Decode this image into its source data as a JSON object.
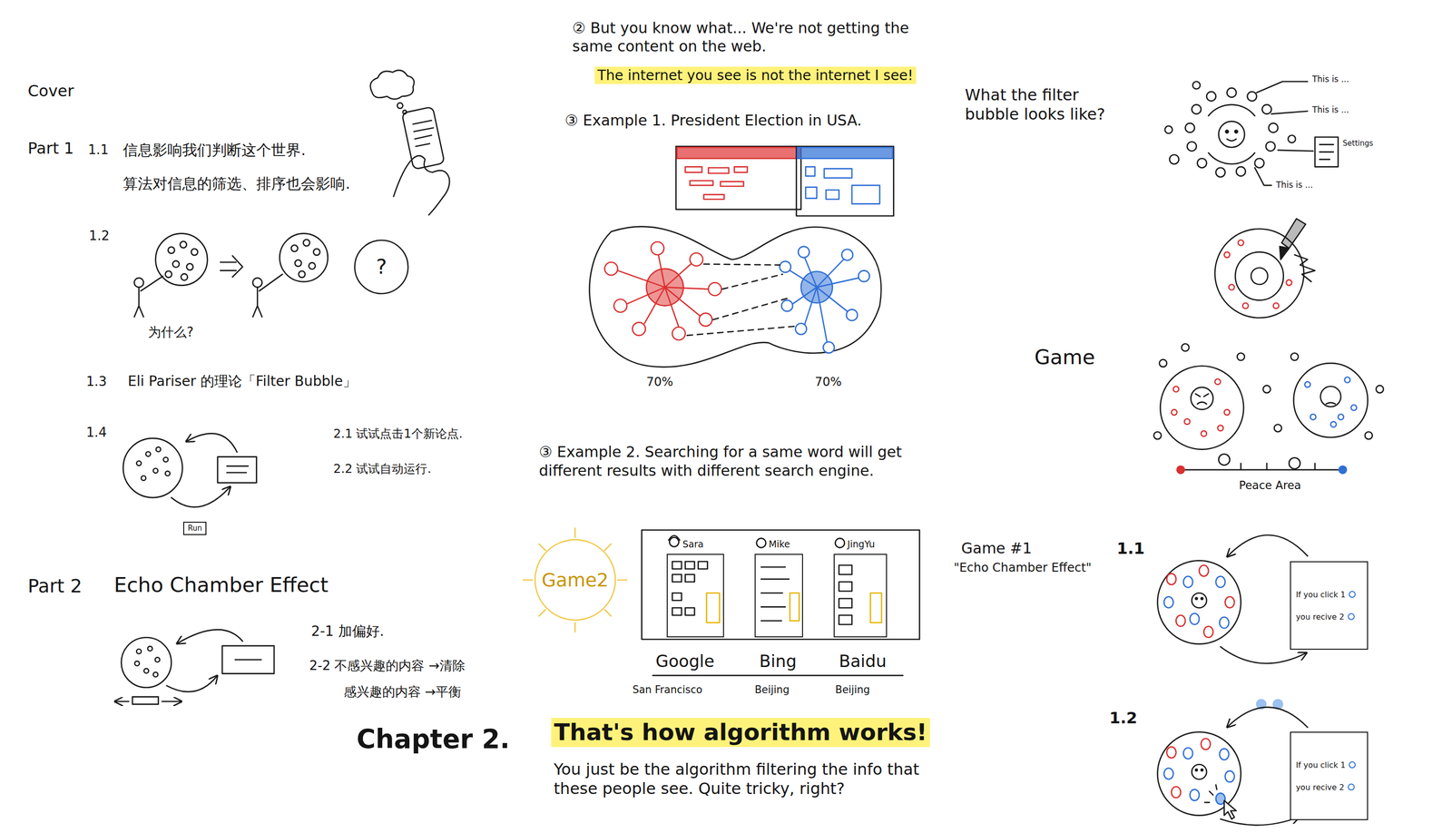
{
  "diagram": {
    "nodes": [
      {
        "text": [
          "?"
        ]
      },
      {
        "text": [
          "Run"
        ]
      },
      {
        "text": [
          "Game2"
        ]
      },
      {
        "text": [
          "Sara"
        ]
      },
      {
        "text": [
          "Mike"
        ]
      },
      {
        "text": [
          "JingYu"
        ]
      },
      {
        "text": [
          "If you click 1",
          "you recive 2"
        ]
      },
      {
        "text": [
          "If you click 1",
          "you recive 2"
        ]
      }
    ],
    "labels": [
      "Cover",
      "Part 1",
      "1.1",
      "信息影响我们判断这个世界.",
      "算法对信息的筛选、排序也会影响.",
      "1.2",
      "为什么?",
      "1.3",
      "Eli Pariser 的理论「Filter Bubble」",
      "1.4",
      "2.1 试试点击1个新论点.",
      "2.2 试试自动运行.",
      "Part 2",
      "Echo Chamber Effect",
      "2-1 加偏好.",
      "2-2 不感兴趣的内容 →清除",
      "感兴趣的内容 →平衡",
      "Chapter 2.",
      "② But you know what... We're not getting the same content on the web.",
      "The internet you see is not the internet I see!",
      "③ Example 1. President Election in USA.",
      "70%",
      "70%",
      "③ Example 2. Searching for a same word will get different results with different search engine.",
      "Google",
      "Bing",
      "Baidu",
      "San Francisco",
      "Beijing",
      "Beijing",
      "That's how algorithm works!",
      "You just be the algorithm filtering the info that these people see. Quite tricky, right?",
      "What the filter bubble looks like?",
      "This is ...",
      "This is ...",
      "This is ...",
      "Settings",
      "Game",
      "Peace Area",
      "Game #1",
      "\"Echo Chamber Effect\"",
      "1.1",
      "1.2"
    ]
  }
}
